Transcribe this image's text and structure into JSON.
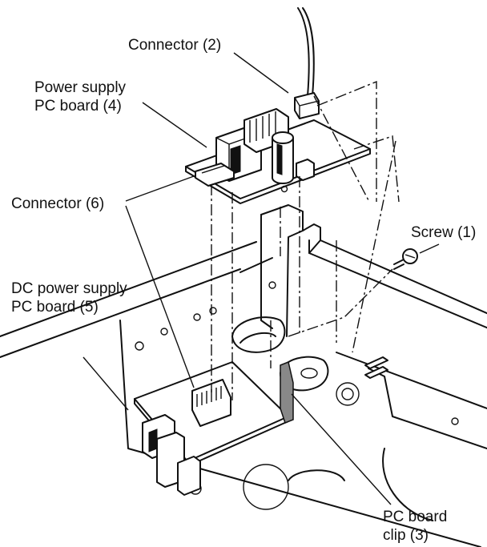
{
  "diagram": {
    "labels": {
      "connector_2": "Connector (2)",
      "power_supply_line1": "Power supply",
      "power_supply_line2": "PC board (4)",
      "connector_6": "Connector (6)",
      "screw_1": "Screw (1)",
      "dc_power_line1": "DC power supply",
      "dc_power_line2": "PC board (5)",
      "clip_line1": "PC board",
      "clip_line2": "clip (3)"
    }
  }
}
